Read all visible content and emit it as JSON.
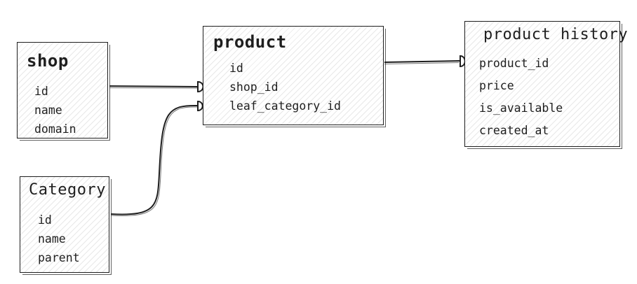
{
  "diagram": {
    "entities": [
      {
        "key": "shop",
        "title": "shop",
        "fields": [
          "id",
          "name",
          "domain"
        ]
      },
      {
        "key": "product",
        "title": "product",
        "fields": [
          "id",
          "shop_id",
          "leaf_category_id"
        ]
      },
      {
        "key": "product_history",
        "title": "product history",
        "fields": [
          "product_id",
          "price",
          "is_available",
          "created_at"
        ]
      },
      {
        "key": "category",
        "title": "Category",
        "fields": [
          "id",
          "name",
          "parent"
        ]
      }
    ],
    "relationships": [
      {
        "from": "shop",
        "to": "product.shop_id"
      },
      {
        "from": "category",
        "to": "product.leaf_category_id"
      },
      {
        "from": "product",
        "to": "product_history.product_id"
      }
    ]
  }
}
